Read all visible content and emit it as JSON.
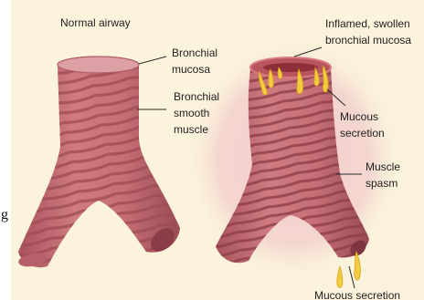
{
  "figure": {
    "left_title": "Normal airway",
    "labels": {
      "bronchial_mucosa": [
        "Bronchial",
        "mucosa"
      ],
      "bronchial_smooth_muscle": [
        "Bronchial",
        "smooth",
        "muscle"
      ],
      "inflamed_mucosa": [
        "Inflamed, swollen",
        "bronchial mucosa"
      ],
      "mucous_secretion_top": [
        "Mucous",
        "secretion"
      ],
      "muscle_spasm": [
        "Muscle",
        "spasm"
      ],
      "mucous_secretion_bottom": "Mucous secretion",
      "edge_glyph": "g"
    },
    "colors": {
      "background_panel": "#fbf3dc",
      "airway_fill": "#c26a70",
      "airway_stripe": "#a44d57",
      "airway_light": "#dca0a5",
      "inflamed_glow": "#e8b4b8",
      "mucus": "#f2cb3e",
      "mucus_edge": "#d9a21a"
    }
  }
}
